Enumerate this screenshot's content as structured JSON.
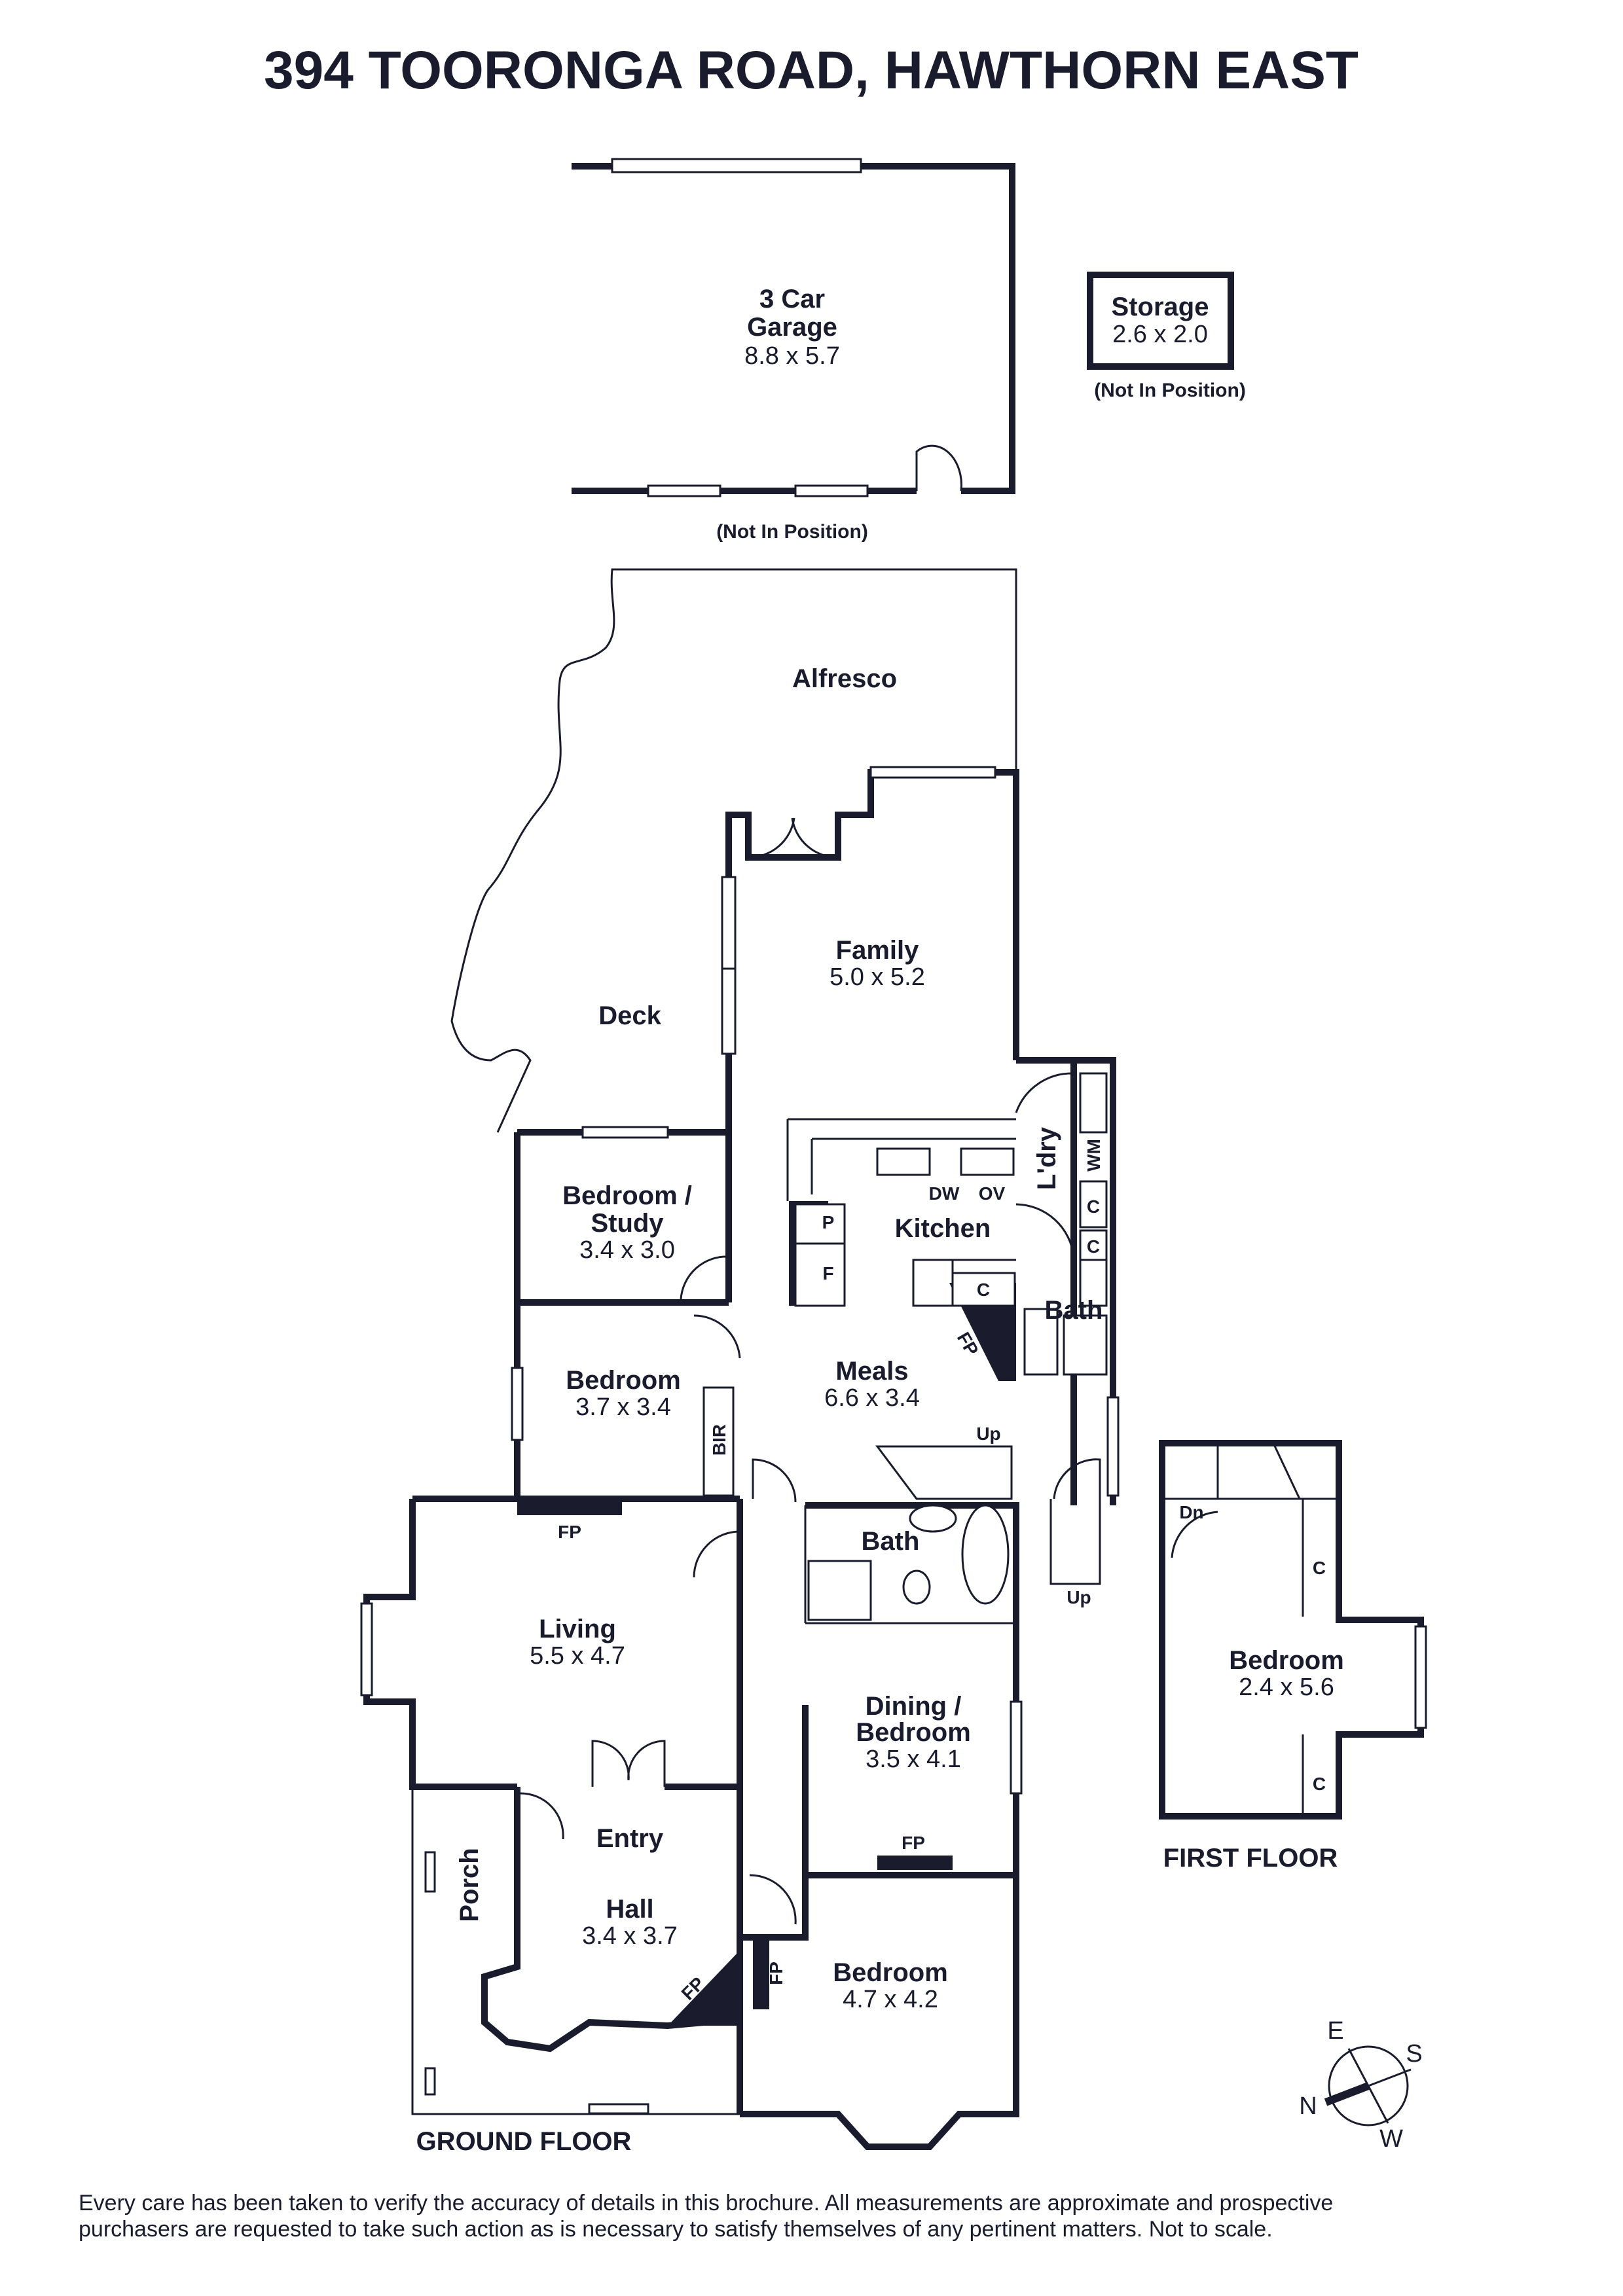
{
  "title": "394 TOORONGA ROAD, HAWTHORN EAST",
  "outbuildings": {
    "garage": {
      "name_line1": "3 Car",
      "name_line2": "Garage",
      "dims": "8.8 x 5.7",
      "note": "(Not In Position)"
    },
    "storage": {
      "name": "Storage",
      "dims": "2.6 x 2.0",
      "note": "(Not In Position)"
    }
  },
  "ground_floor": {
    "label": "GROUND FLOOR",
    "rooms": {
      "alfresco": {
        "name": "Alfresco"
      },
      "deck": {
        "name": "Deck"
      },
      "family": {
        "name": "Family",
        "dims": "5.0 x 5.2"
      },
      "bedroom_study": {
        "name_line1": "Bedroom /",
        "name_line2": "Study",
        "dims": "3.4 x 3.0"
      },
      "kitchen": {
        "name": "Kitchen"
      },
      "laundry": {
        "name": "L'dry"
      },
      "bath_rear": {
        "name": "Bath"
      },
      "bedroom_bir": {
        "name": "Bedroom",
        "dims": "3.7 x 3.4"
      },
      "meals": {
        "name": "Meals",
        "dims": "6.6 x 3.4"
      },
      "living": {
        "name": "Living",
        "dims": "5.5 x 4.7"
      },
      "bath_mid": {
        "name": "Bath"
      },
      "dining_bedroom": {
        "name_line1": "Dining /",
        "name_line2": "Bedroom",
        "dims": "3.5 x 4.1"
      },
      "entry_hall": {
        "name_line1": "Entry",
        "name_line2": "Hall",
        "dims": "3.4 x 3.7"
      },
      "porch": {
        "name": "Porch"
      },
      "bedroom_front": {
        "name": "Bedroom",
        "dims": "4.7 x 4.2"
      }
    },
    "fixtures": {
      "dw": "DW",
      "ov": "OV",
      "wm": "WM",
      "p": "P",
      "f": "F",
      "c": "C",
      "fp": "FP",
      "bir": "BIR",
      "up": "Up"
    }
  },
  "first_floor": {
    "label": "FIRST FLOOR",
    "bedroom": {
      "name": "Bedroom",
      "dims": "2.4 x 5.6"
    },
    "c": "C",
    "dn": "Dn"
  },
  "compass": {
    "n": "N",
    "e": "E",
    "s": "S",
    "w": "W"
  },
  "disclaimer": {
    "line1": "Every care has been taken to verify the accuracy of details in this brochure. All measurements are approximate and prospective",
    "line2": "purchasers are requested to take such action as is necessary to satisfy themselves of any pertinent matters. Not to scale."
  }
}
